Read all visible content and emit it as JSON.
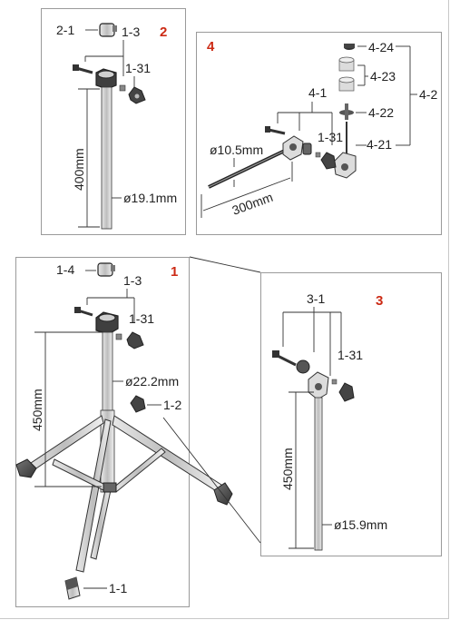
{
  "colors": {
    "panel_number": "#cc2a14",
    "line": "#333333",
    "frame": "#9a9a9a",
    "metal": "#c9c9c9",
    "dark_part": "#555555"
  },
  "panel2": {
    "number": "2",
    "labels": {
      "clamp": "2-1",
      "holder": "1-3",
      "wingnut": "1-31"
    },
    "dim_length": "400mm",
    "dim_diameter": "ø19.1mm"
  },
  "panel4": {
    "number": "4",
    "labels": {
      "cap": "4-24",
      "felt": "4-23",
      "group": "4-2",
      "washer": "4-22",
      "tilter": "4-21",
      "arm": "4-1",
      "wingnut": "1-31"
    },
    "dim_diameter": "ø10.5mm",
    "dim_length": "300mm"
  },
  "panel1": {
    "number": "1",
    "labels": {
      "clamp": "1-4",
      "holder": "1-3",
      "wingnut": "1-31",
      "lock": "1-2",
      "tip": "1-1"
    },
    "dim_length": "450mm",
    "dim_diameter": "ø22.2mm"
  },
  "panel3": {
    "number": "3",
    "labels": {
      "group": "3-1",
      "wingnut": "1-31"
    },
    "dim_length": "450mm",
    "dim_diameter": "ø15.9mm"
  }
}
